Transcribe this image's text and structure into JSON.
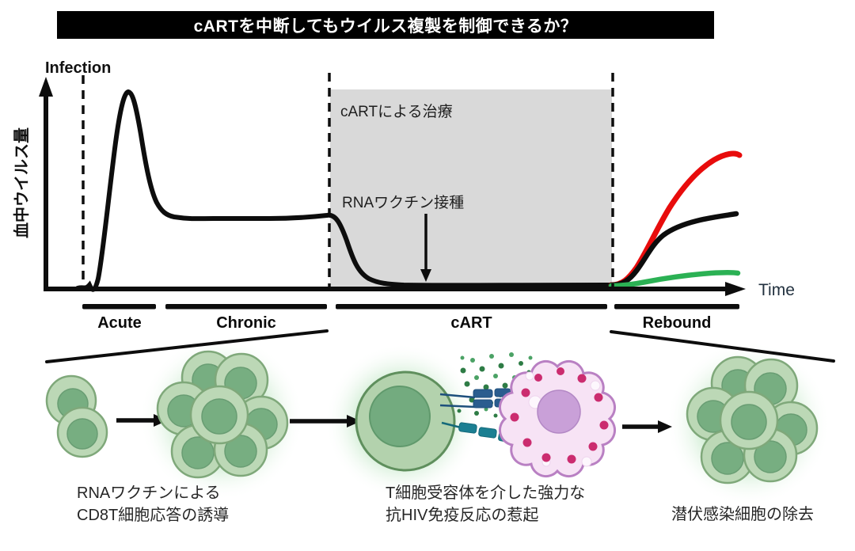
{
  "title_bar": {
    "text": "cARTを中断してもウイルス複製を制御できるか？"
  },
  "chart": {
    "y_axis_label": "血中ウイルス量",
    "x_axis_label": "Time",
    "infection_label": "Infection",
    "treatment_region_label": "cARTによる治療",
    "vaccine_label": "RNAワクチン接種",
    "phases": [
      {
        "label": "Acute"
      },
      {
        "label": "Chronic"
      },
      {
        "label": "cART"
      },
      {
        "label": "Rebound"
      }
    ],
    "rebound_curve_colors": [
      "#e80c0c",
      "#0d0d0d",
      "#2bb154"
    ]
  },
  "illustration": {
    "steps": [
      {
        "lines": [
          "RNAワクチンによる",
          "CD8T細胞応答の誘導"
        ]
      },
      {
        "lines": [
          "T細胞受容体を介した強力な",
          "抗HIV免疫反応の惹起"
        ]
      },
      {
        "lines": [
          "潜伏感染細胞の除去"
        ]
      }
    ]
  },
  "colors": {
    "title_bg": "#000000",
    "title_text": "#ffffff",
    "treatment_region": "#d9d9d9",
    "curve_main": "#0d0d0d",
    "curve_red": "#e80c0c",
    "curve_green": "#2bb154",
    "cell_green_outer": "#bcd8b6",
    "cell_green_nucleus": "#77ae81",
    "infected_cell_fill": "#f7e3f5",
    "infected_cell_border": "#b980c3"
  }
}
